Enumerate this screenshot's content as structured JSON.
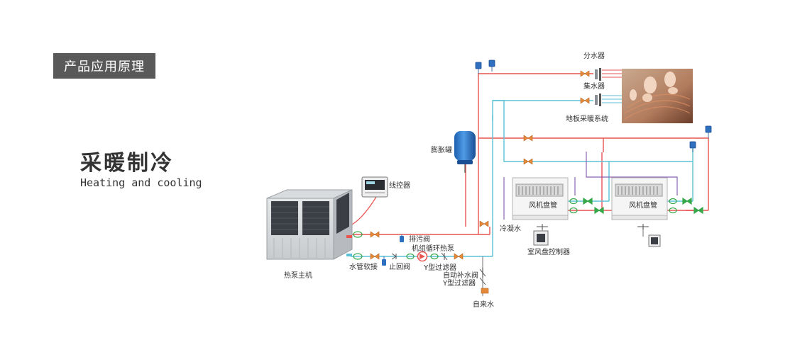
{
  "header": {
    "section_label": "产品应用原理"
  },
  "mode": {
    "title": "采暖制冷",
    "subtitle": "Heating and cooling"
  },
  "labels": {
    "heat_pump_unit": "热泵主机",
    "wire_controller": "线控器",
    "drain_valve": "排污阀",
    "circulation_pump": "机组循环热泵",
    "y_filter": "Y型过滤器",
    "flexible_joint": "水管软接",
    "check_valve": "止回阀",
    "auto_makeup_valve": "自动补水阀",
    "y_filter_2": "Y型过滤器",
    "tap_water": "自来水",
    "expansion_tank": "膨胀罐",
    "water_distributor": "分水器",
    "water_collector": "集水器",
    "floor_heating": "地板采暖系统",
    "fan_coil_1": "风机盘管",
    "fan_coil_2": "风机盘管",
    "condensate": "冷凝水",
    "fan_coil_controller": "室风盘控制器"
  },
  "colors": {
    "supply_line": "#e8534f",
    "return_line": "#5bc2d6",
    "drain_line": "#8a62b0",
    "pipe_gray": "#888888"
  }
}
